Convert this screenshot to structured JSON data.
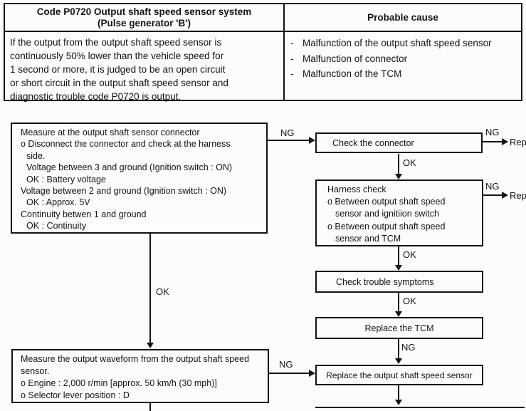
{
  "table": {
    "header_left_line1": "Code P0720 Output shaft speed sensor system",
    "header_left_line2": "(Pulse generator 'B')",
    "header_right": "Probable cause",
    "description_lines": [
      "If the output from the output shaft speed sensor is",
      "continuously 50% lower than the vehicle speed for",
      "1 second or more, it is judged to be an open circuit",
      "or short circuit in the output shaft speed sensor and",
      "diagnostic trouble code P0720 is output."
    ],
    "bullet": "-",
    "causes": [
      "Malfunction of the output shaft speed sensor",
      "Malfunction of connector",
      "Malfunction of the TCM"
    ]
  },
  "flowchart": {
    "labels": {
      "ng": "NG",
      "ok": "OK",
      "rep": "Rep"
    },
    "box_measure_connector": {
      "lines": [
        "Measure at the output shaft sensor connector",
        "o Disconnect the connector and check at the harness",
        "side.",
        "Voltage between 3 and ground (Ignition switch : ON)",
        "OK : Battery voltage",
        "Voltage between 2 and ground (Ignition switch : ON)",
        "OK : Approx. 5V",
        "Continuity betwen 1 and ground",
        "OK : Continuity"
      ]
    },
    "box_check_connector": {
      "label": "Check the connector"
    },
    "box_harness_check": {
      "lines": [
        "Harness check",
        "o Between output shaft speed",
        "sensor and ignitiion switch",
        "o Between output shaft speed",
        "sensor and TCM"
      ]
    },
    "box_check_trouble": {
      "label": "Check trouble symptoms"
    },
    "box_replace_tcm": {
      "label": "Replace the TCM"
    },
    "box_replace_sensor": {
      "label": "Replace the output shaft speed sensor"
    },
    "box_measure_waveform": {
      "lines": [
        "Measure the output waveform from the output shaft speed",
        "sensor.",
        "o Engine : 2,000 r/min [approx. 50 km/h (30 mph)]",
        "o Selector lever position : D"
      ]
    }
  }
}
